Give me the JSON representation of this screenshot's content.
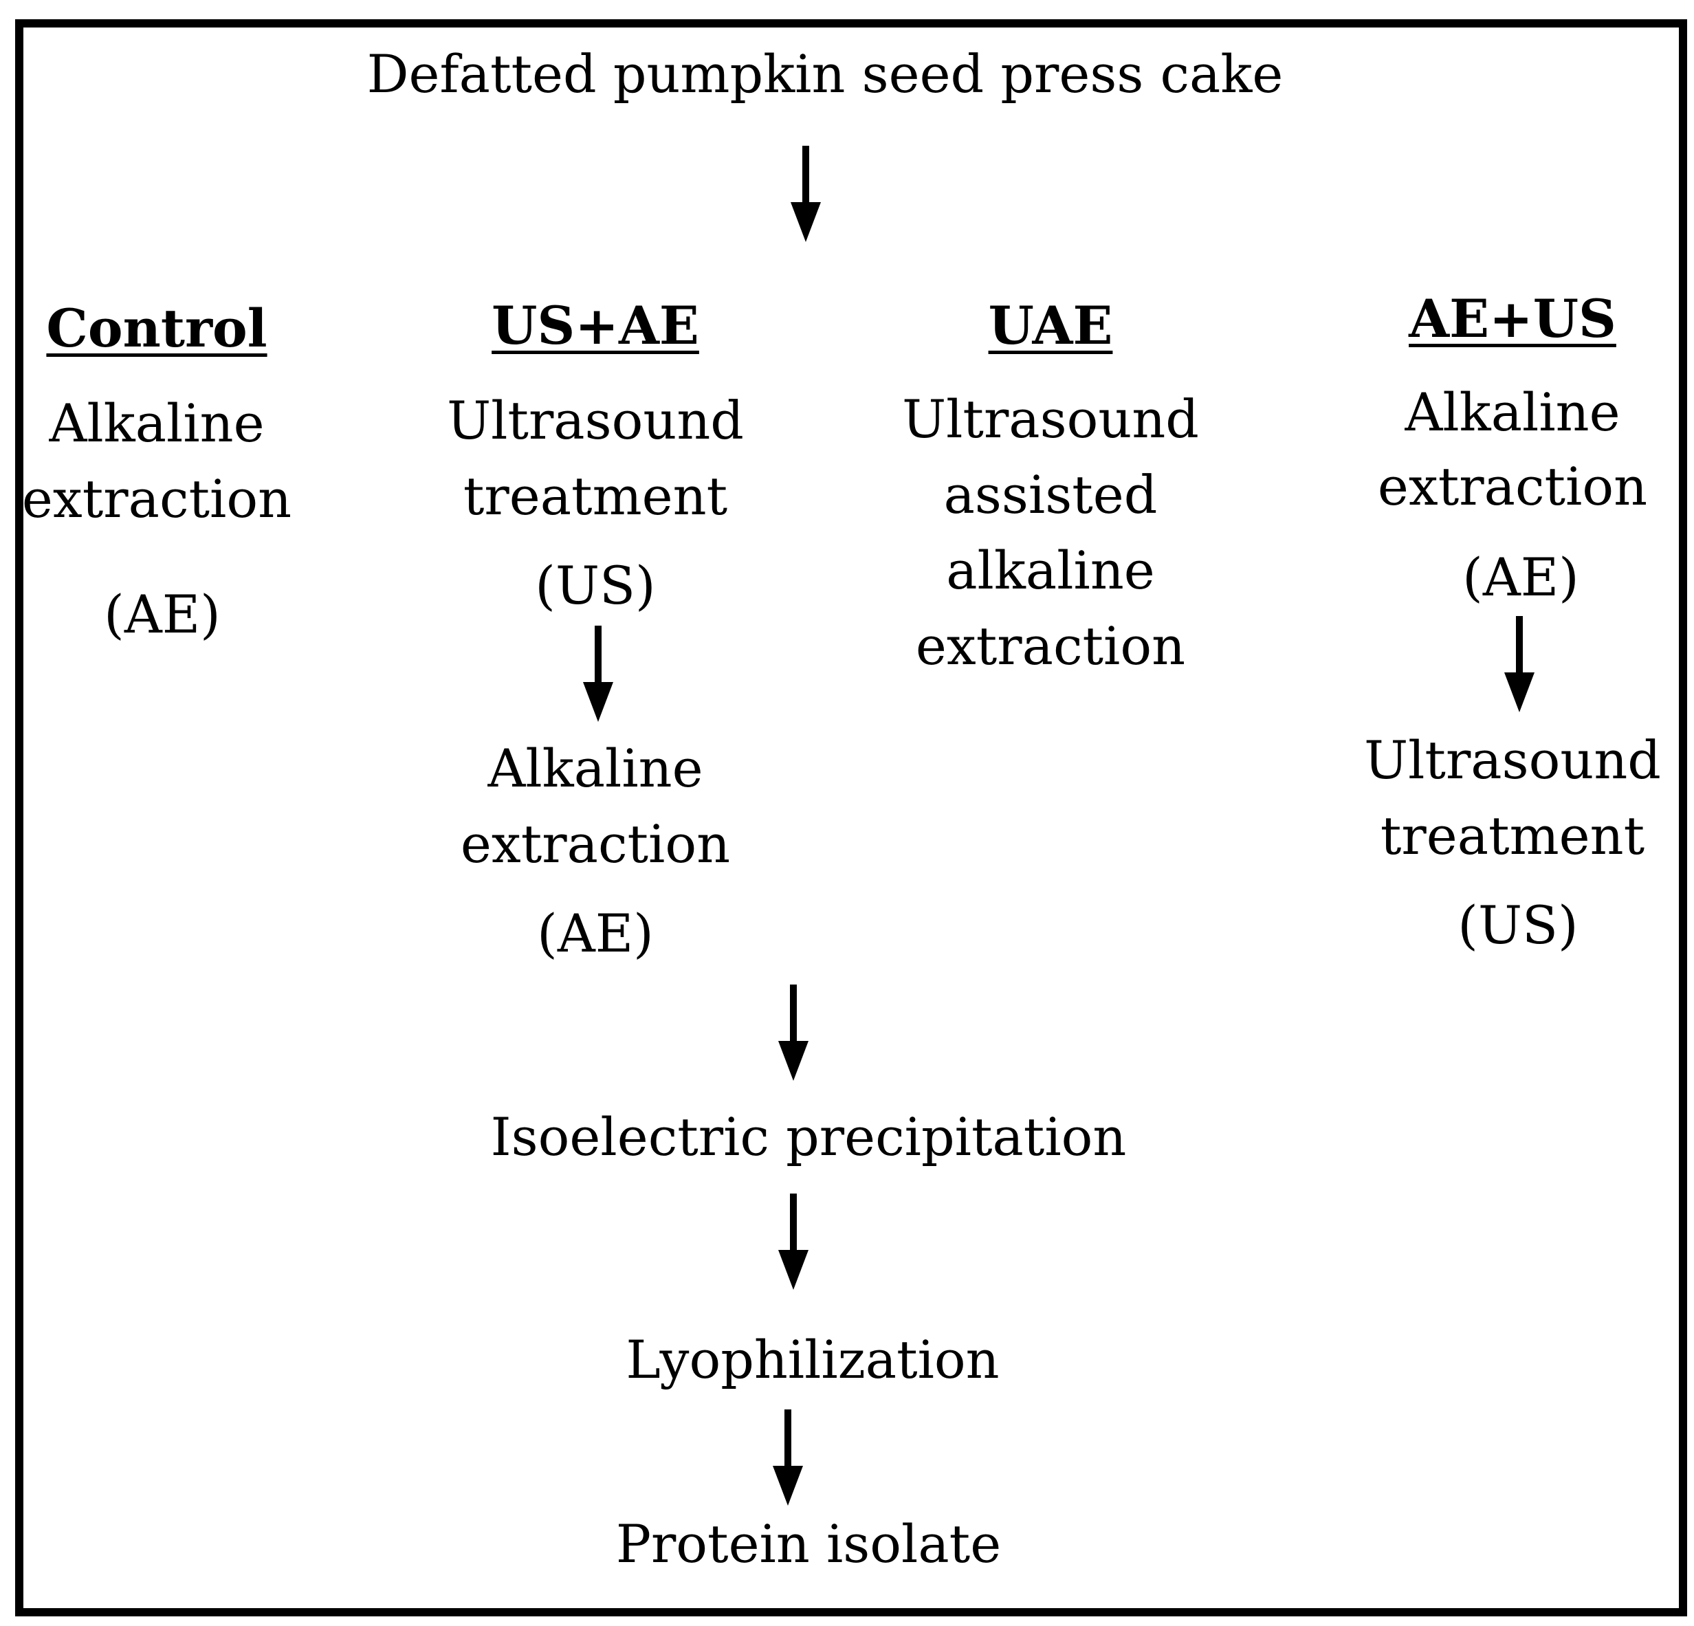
{
  "source": "Defatted pumpkin seed press cake",
  "columns": [
    {
      "title": "Control",
      "lines": [
        "Alkaline",
        "extraction",
        "(AE)"
      ]
    },
    {
      "title": "US+AE",
      "step1": [
        "Ultrasound",
        "treatment",
        "(US)"
      ],
      "step2": [
        "Alkaline",
        "extraction",
        "(AE)"
      ]
    },
    {
      "title": "UAE",
      "lines": [
        "Ultrasound",
        "assisted",
        "alkaline",
        "extraction"
      ]
    },
    {
      "title": "AE+US",
      "step1": [
        "Alkaline",
        "extraction",
        "(AE)"
      ],
      "step2": [
        "Ultrasound",
        "treatment",
        "(US)"
      ]
    }
  ],
  "steps": [
    "Isoelectric precipitation",
    "Lyophilization",
    "Protein isolate"
  ]
}
